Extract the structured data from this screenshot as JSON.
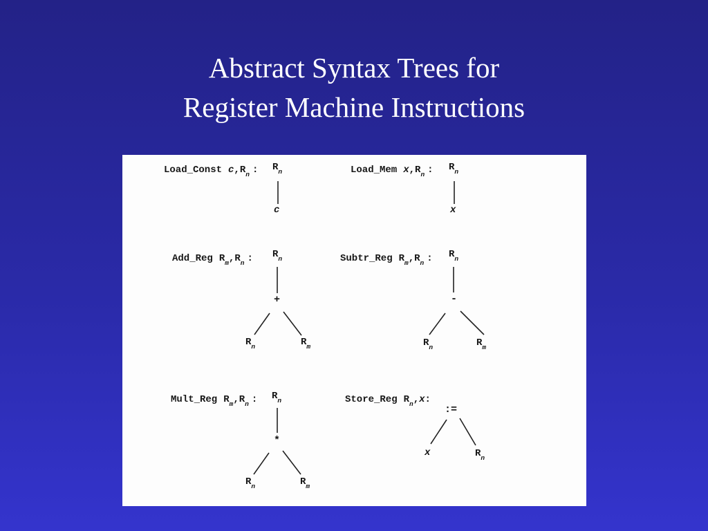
{
  "slide": {
    "title": {
      "line1": "Abstract Syntax Trees for",
      "line2": "Register Machine Instructions"
    },
    "colors": {
      "background_top": "#232287",
      "background_bottom": "#3434cd",
      "panel_background": "#fdfdfd",
      "title_text": "#ffffff",
      "diagram_text": "#161616",
      "edge_line": "#222222"
    }
  },
  "trees": [
    {
      "id": "load-const",
      "label": {
        "name": "Load_Const",
        "arg1": "c",
        "arg1_sub": "",
        "comma": ",",
        "arg2": "R",
        "arg2_sub": "n",
        "colon": ":"
      },
      "root": {
        "base": "R",
        "sub": "n"
      },
      "child": {
        "text": "c"
      }
    },
    {
      "id": "load-mem",
      "label": {
        "name": "Load_Mem",
        "arg1": "x",
        "arg1_sub": "",
        "comma": ",",
        "arg2": "R",
        "arg2_sub": "n",
        "colon": ":"
      },
      "root": {
        "base": "R",
        "sub": "n"
      },
      "child": {
        "text": "x"
      }
    },
    {
      "id": "add-reg",
      "label": {
        "name": "Add_Reg",
        "arg1": "R",
        "arg1_sub": "m",
        "comma": ",",
        "arg2": "R",
        "arg2_sub": "n",
        "colon": ":"
      },
      "root": {
        "base": "R",
        "sub": "n"
      },
      "op": "+",
      "left": {
        "base": "R",
        "sub": "n"
      },
      "right": {
        "base": "R",
        "sub": "m"
      }
    },
    {
      "id": "subtr-reg",
      "label": {
        "name": "Subtr_Reg",
        "arg1": "R",
        "arg1_sub": "m",
        "comma": ",",
        "arg2": "R",
        "arg2_sub": "n",
        "colon": ":"
      },
      "root": {
        "base": "R",
        "sub": "n"
      },
      "op": "-",
      "left": {
        "base": "R",
        "sub": "n"
      },
      "right": {
        "base": "R",
        "sub": "m"
      }
    },
    {
      "id": "mult-reg",
      "label": {
        "name": "Mult_Reg",
        "arg1": "R",
        "arg1_sub": "m",
        "comma": ",",
        "arg2": "R",
        "arg2_sub": "n",
        "colon": ":"
      },
      "root": {
        "base": "R",
        "sub": "n"
      },
      "op": "*",
      "left": {
        "base": "R",
        "sub": "n"
      },
      "right": {
        "base": "R",
        "sub": "m"
      }
    },
    {
      "id": "store-reg",
      "label": {
        "name": "Store_Reg",
        "arg1": "R",
        "arg1_sub": "n",
        "comma": ",",
        "arg2": "x",
        "arg2_sub": "",
        "colon": ":"
      },
      "op": ":=",
      "left": {
        "text": "x"
      },
      "right": {
        "base": "R",
        "sub": "n"
      }
    }
  ]
}
